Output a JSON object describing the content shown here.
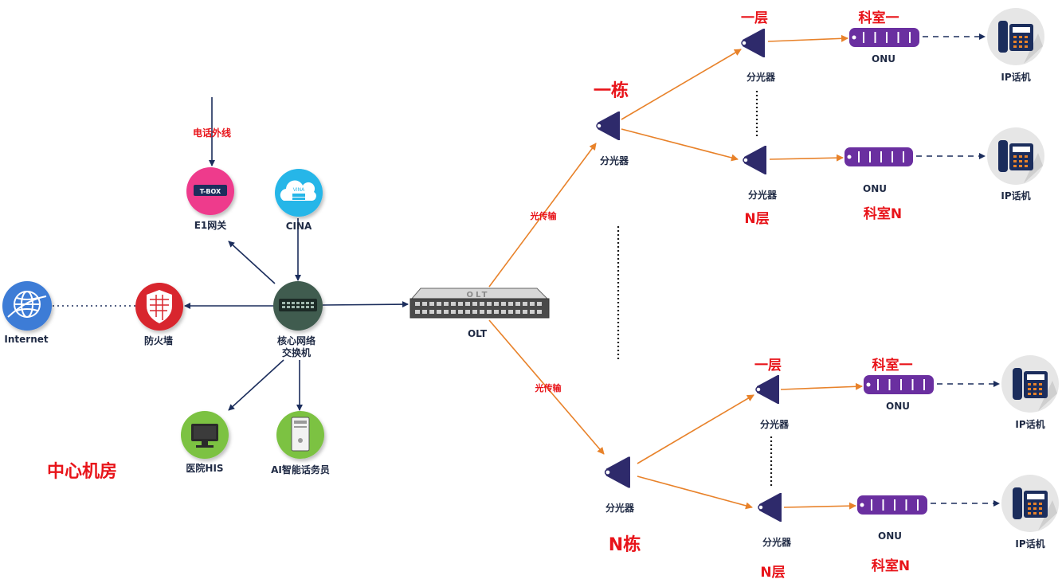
{
  "labels": {
    "phone_line": "电话外线",
    "e1_gateway": "E1网关",
    "tbox": "T-BOX",
    "cina": "CINA",
    "cina_badge": "VINA",
    "internet": "Internet",
    "firewall": "防火墙",
    "core_switch_line1": "核心网络",
    "core_switch_line2": "交换机",
    "hospital_his": "医院HIS",
    "ai_operator": "AI智能话务员",
    "datacenter": "中心机房",
    "olt": "OLT",
    "olt_badge": "OLT",
    "optical_top": "光传输",
    "optical_bottom": "光传输",
    "building_1": "一栋",
    "building_n": "N栋",
    "splitter": "分光器",
    "floor_1": "一层",
    "floor_n": "N层",
    "room_1": "科室一",
    "room_n": "科室N",
    "onu": "ONU",
    "ip_phone": "IP话机"
  },
  "colors": {
    "navy": "#1b2d5c",
    "orange": "#e8822a",
    "red": "#e8141a",
    "purple": "#6a2fa0",
    "splitter": "#2e2a6b",
    "green": "#7cc242",
    "cyan": "#27b6e8",
    "pink": "#ee3a8c",
    "firewall": "#d8262e",
    "globe": "#3d7bd6",
    "switch": "#3f5b4f",
    "phone_bg": "#e6e6e6"
  }
}
